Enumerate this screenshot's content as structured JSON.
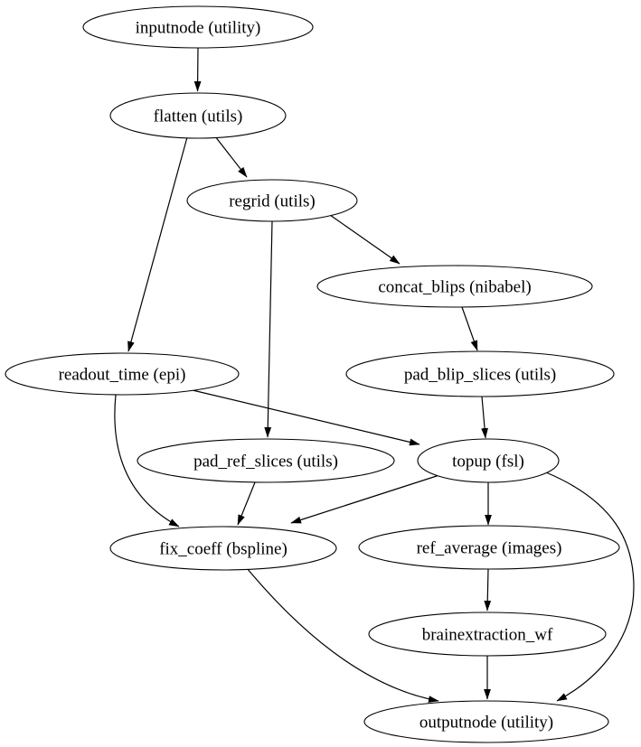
{
  "diagram": {
    "type": "directed-graph",
    "colors": {
      "background": "#ffffff",
      "node_fill": "#ffffff",
      "stroke": "#000000"
    },
    "nodes": [
      {
        "id": "inputnode",
        "label": "inputnode (utility)"
      },
      {
        "id": "flatten",
        "label": "flatten (utils)"
      },
      {
        "id": "regrid",
        "label": "regrid (utils)"
      },
      {
        "id": "concat_blips",
        "label": "concat_blips (nibabel)"
      },
      {
        "id": "readout_time",
        "label": "readout_time (epi)"
      },
      {
        "id": "pad_blip_slices",
        "label": "pad_blip_slices (utils)"
      },
      {
        "id": "pad_ref_slices",
        "label": "pad_ref_slices (utils)"
      },
      {
        "id": "topup",
        "label": "topup (fsl)"
      },
      {
        "id": "fix_coeff",
        "label": "fix_coeff (bspline)"
      },
      {
        "id": "ref_average",
        "label": "ref_average (images)"
      },
      {
        "id": "brainextraction_wf",
        "label": "brainextraction_wf"
      },
      {
        "id": "outputnode",
        "label": "outputnode (utility)"
      }
    ],
    "edges": [
      {
        "from": "inputnode",
        "to": "flatten"
      },
      {
        "from": "flatten",
        "to": "regrid"
      },
      {
        "from": "flatten",
        "to": "readout_time"
      },
      {
        "from": "regrid",
        "to": "concat_blips"
      },
      {
        "from": "regrid",
        "to": "pad_ref_slices"
      },
      {
        "from": "concat_blips",
        "to": "pad_blip_slices"
      },
      {
        "from": "readout_time",
        "to": "topup"
      },
      {
        "from": "readout_time",
        "to": "fix_coeff"
      },
      {
        "from": "pad_blip_slices",
        "to": "topup"
      },
      {
        "from": "pad_ref_slices",
        "to": "fix_coeff"
      },
      {
        "from": "topup",
        "to": "fix_coeff"
      },
      {
        "from": "topup",
        "to": "ref_average"
      },
      {
        "from": "topup",
        "to": "outputnode"
      },
      {
        "from": "fix_coeff",
        "to": "outputnode"
      },
      {
        "from": "ref_average",
        "to": "brainextraction_wf"
      },
      {
        "from": "brainextraction_wf",
        "to": "outputnode"
      }
    ]
  }
}
